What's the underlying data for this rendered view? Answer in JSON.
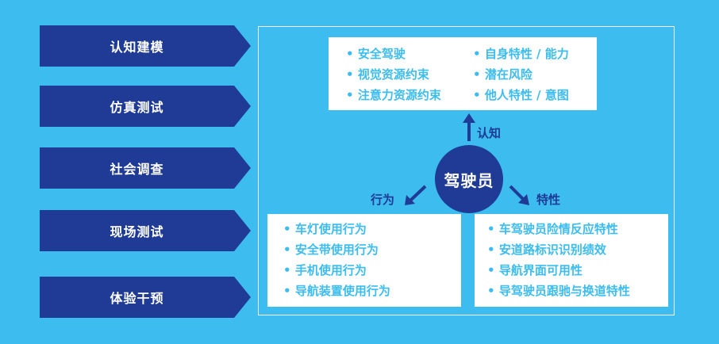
{
  "methods": [
    "认知建模",
    "仿真测试",
    "社会调查",
    "现场测试",
    "体验干预"
  ],
  "center": "驾驶员",
  "cognition": {
    "label": "认知",
    "left": [
      "安全驾驶",
      "视觉资源约束",
      "注意力资源约束"
    ],
    "right": [
      "自身特性 / 能力",
      "潜在风险",
      "他人特性 / 意图"
    ]
  },
  "behavior": {
    "label": "行为",
    "items": [
      "车灯使用行为",
      "安全带使用行为",
      "手机使用行为",
      "导航装置使用行为"
    ]
  },
  "traits": {
    "label": "特性",
    "items": [
      "车驾驶员险情反应特性",
      "安道路标识识别绩效",
      "导航界面可用性",
      "导驾驶员跟驰与换道特性"
    ]
  },
  "colors": {
    "background": "#3cbcef",
    "dark_blue": "#1f3b95",
    "text_cyan": "#3cbcef",
    "white": "#ffffff"
  }
}
